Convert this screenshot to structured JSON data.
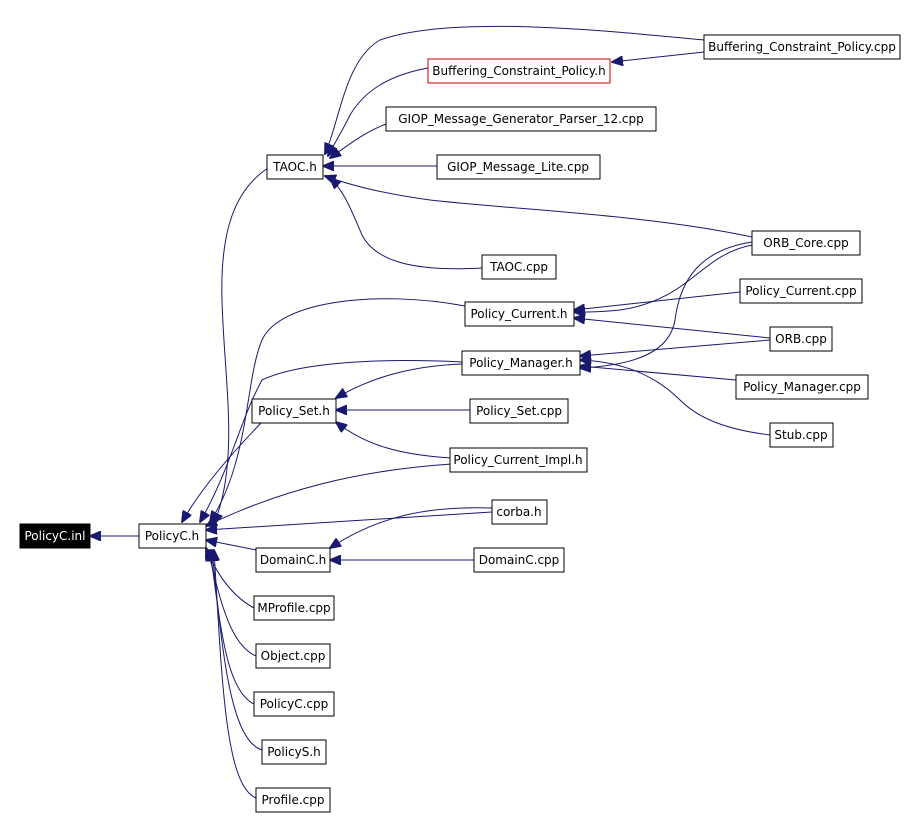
{
  "colors": {
    "edge": "#191970",
    "node_border": "#000000",
    "highlight_border": "#cc0000",
    "root_fill": "#000000",
    "root_text": "#ffffff"
  },
  "nodes": [
    {
      "id": "policyc_inl",
      "label": "PolicyC.inl",
      "style": "root"
    },
    {
      "id": "policyc_h",
      "label": "PolicyC.h"
    },
    {
      "id": "taoc_h",
      "label": "TAOC.h"
    },
    {
      "id": "bcp_cpp",
      "label": "Buffering_Constraint_Policy.cpp"
    },
    {
      "id": "bcp_h",
      "label": "Buffering_Constraint_Policy.h",
      "style": "highlight"
    },
    {
      "id": "giop_mgp",
      "label": "GIOP_Message_Generator_Parser_12.cpp"
    },
    {
      "id": "giop_lite",
      "label": "GIOP_Message_Lite.cpp"
    },
    {
      "id": "orb_core",
      "label": "ORB_Core.cpp"
    },
    {
      "id": "taoc_cpp",
      "label": "TAOC.cpp"
    },
    {
      "id": "pcur_h",
      "label": "Policy_Current.h"
    },
    {
      "id": "pcur_cpp",
      "label": "Policy_Current.cpp"
    },
    {
      "id": "orb_cpp",
      "label": "ORB.cpp"
    },
    {
      "id": "pman_h",
      "label": "Policy_Manager.h"
    },
    {
      "id": "pman_cpp",
      "label": "Policy_Manager.cpp"
    },
    {
      "id": "pset_h",
      "label": "Policy_Set.h"
    },
    {
      "id": "pset_cpp",
      "label": "Policy_Set.cpp"
    },
    {
      "id": "stub_cpp",
      "label": "Stub.cpp"
    },
    {
      "id": "pcimpl_h",
      "label": "Policy_Current_Impl.h"
    },
    {
      "id": "corba_h",
      "label": "corba.h"
    },
    {
      "id": "domainc_h",
      "label": "DomainC.h"
    },
    {
      "id": "domainc_cpp",
      "label": "DomainC.cpp"
    },
    {
      "id": "mprofile_cpp",
      "label": "MProfile.cpp"
    },
    {
      "id": "object_cpp",
      "label": "Object.cpp"
    },
    {
      "id": "policyc_cpp",
      "label": "PolicyC.cpp"
    },
    {
      "id": "policys_h",
      "label": "PolicyS.h"
    },
    {
      "id": "profile_cpp",
      "label": "Profile.cpp"
    }
  ]
}
